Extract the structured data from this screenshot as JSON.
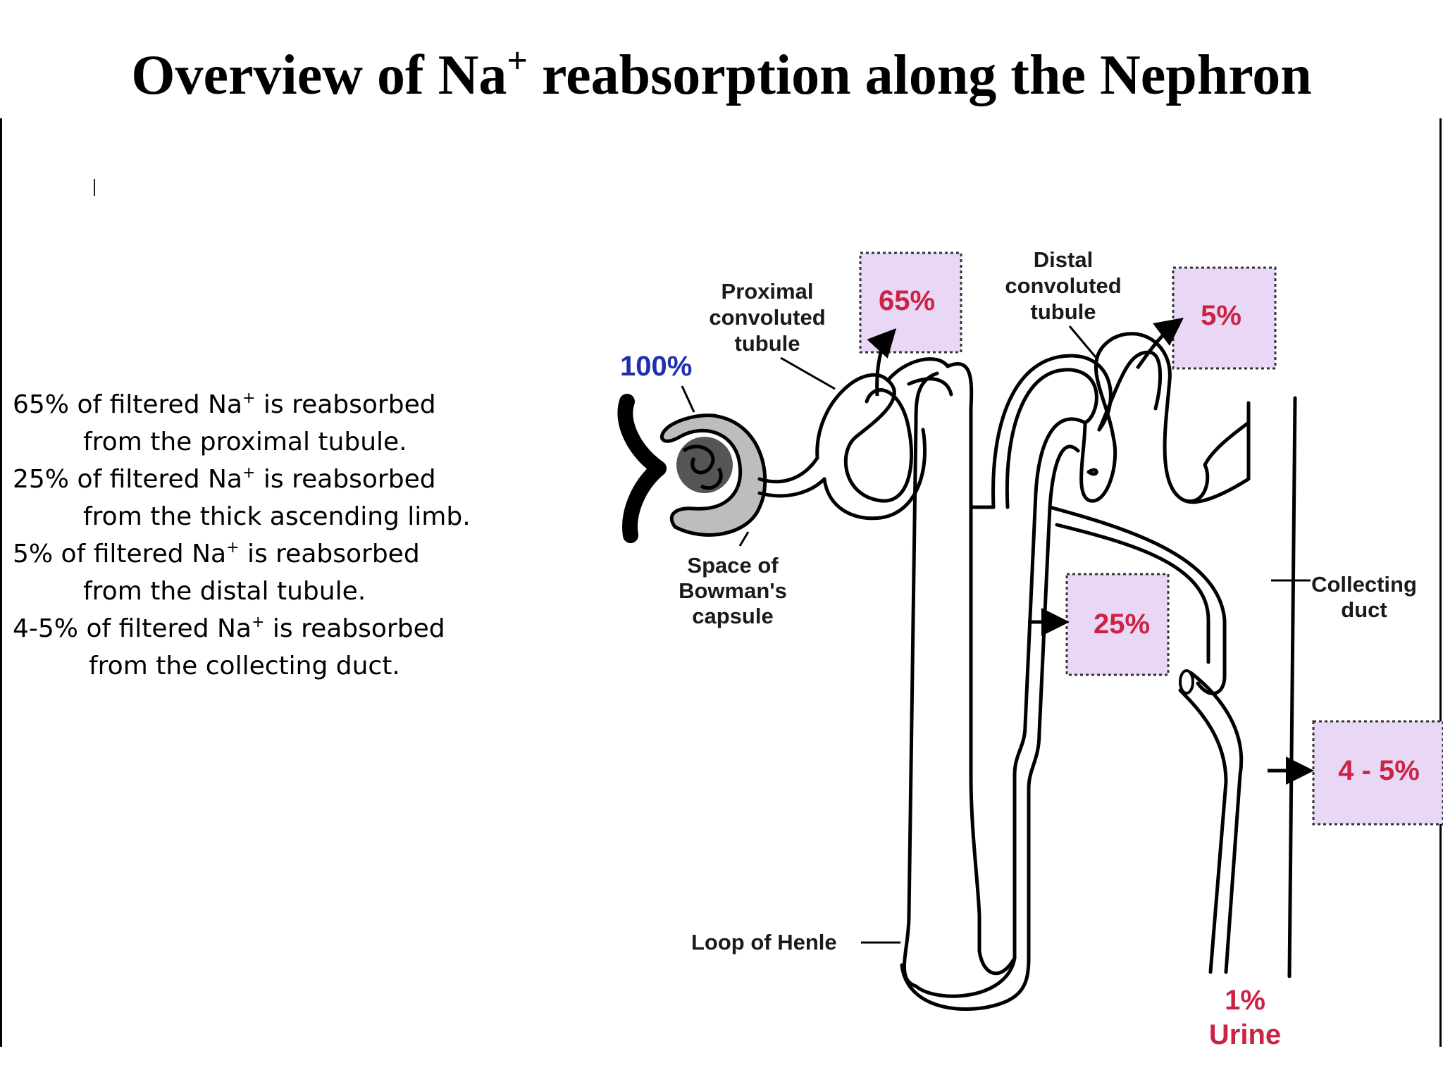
{
  "title": {
    "text": "Overview of Na",
    "superscript": "+",
    "suffix": " reabsorption along the Nephron"
  },
  "notes": [
    {
      "prefix": "65% of filtered Na",
      "sup": "+",
      "suffix": " is reabsorbed",
      "continuation": "from the proximal tubule."
    },
    {
      "prefix": "25% of filtered Na",
      "sup": "+",
      "suffix": " is reabsorbed",
      "continuation": "from the thick ascending limb."
    },
    {
      "prefix": "5% of filtered Na",
      "sup": "+",
      "suffix": " is reabsorbed",
      "continuation": "from the distal tubule."
    },
    {
      "prefix": "4-5% of filtered Na",
      "sup": "+",
      "suffix": " is reabsorbed",
      "continuation": "from the collecting duct."
    }
  ],
  "diagram": {
    "labels": {
      "proximal": [
        "Proximal",
        "convoluted",
        "tubule"
      ],
      "distal": [
        "Distal",
        "convoluted",
        "tubule"
      ],
      "bowman": [
        "Space of",
        "Bowman's",
        "capsule"
      ],
      "collecting": [
        "Collecting",
        "duct"
      ],
      "loop": "Loop of Henle"
    },
    "percentages": {
      "filtered": "100%",
      "proximal": "65%",
      "distal": "5%",
      "thick_ascending": "25%",
      "collecting": "4 - 5%",
      "urine_value": "1%",
      "urine_label": "Urine"
    },
    "colors": {
      "percent_red": "#cc2244",
      "percent_blue": "#1f2fb0",
      "box_fill": "#e9d8f5",
      "capsule_fill": "#bdbdbd"
    }
  }
}
